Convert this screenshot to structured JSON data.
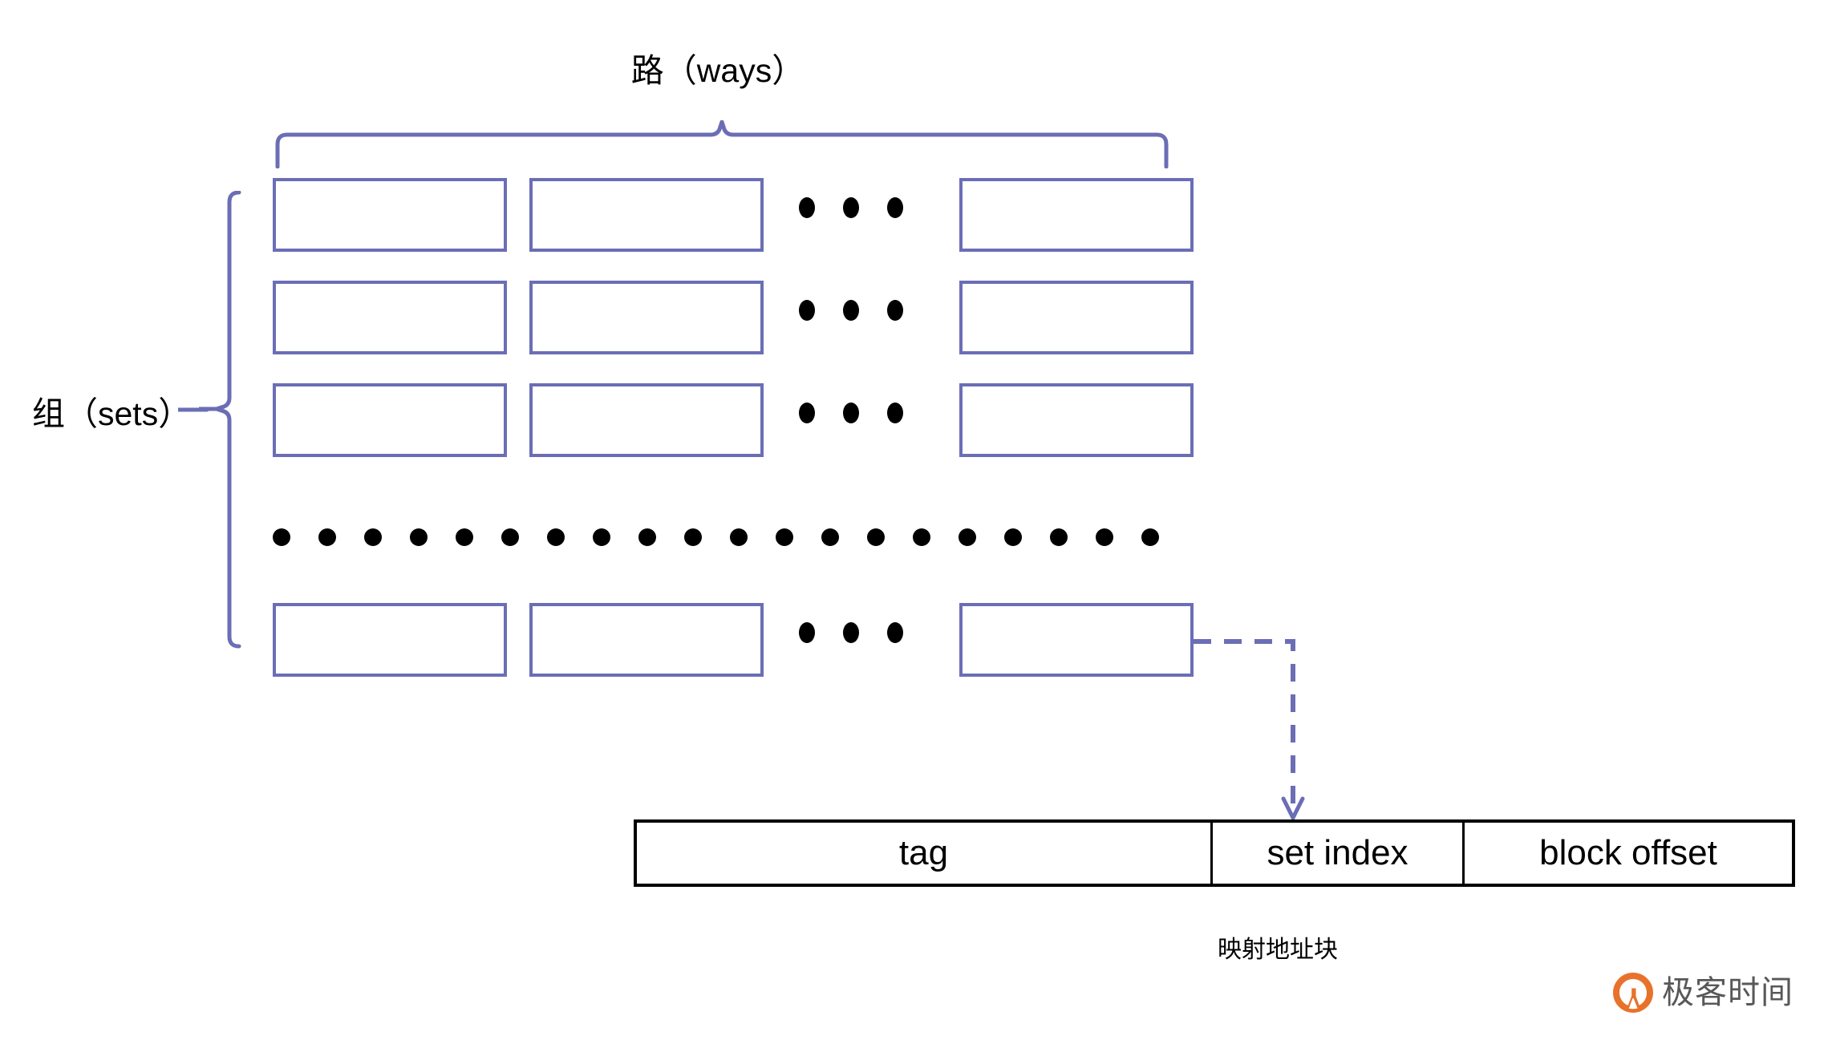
{
  "diagram": {
    "title_top": "路（ways）",
    "label_left": "组（sets）",
    "caption_bottom": "映射地址块",
    "colors": {
      "cell_border": "#6B6EB5",
      "brace": "#6B6EB5",
      "arrow_dashed": "#6B6EB5",
      "address_border": "#000000",
      "dot": "#000000",
      "watermark_logo": "#E8722B",
      "watermark_text": "#595757",
      "background": "#FFFFFF"
    },
    "grid": {
      "rows": 4,
      "visible_columns": 3,
      "column_ellipsis_dots": 3,
      "row_ellipsis_dots": 20,
      "cell_label": "",
      "cells": [
        [
          "",
          "",
          ""
        ],
        [
          "",
          "",
          ""
        ],
        [
          "",
          "",
          ""
        ],
        [
          "",
          "",
          ""
        ]
      ]
    },
    "address_block": {
      "segments": [
        {
          "name": "tag",
          "label": "tag"
        },
        {
          "name": "set-index",
          "label": "set index"
        },
        {
          "name": "block-offset",
          "label": "block offset"
        }
      ]
    },
    "arrow": {
      "name": "mapping-arrow",
      "style": "dashed",
      "from": "last-row-last-way-cell",
      "to": "set-index-segment"
    }
  },
  "watermark": {
    "text": "极客时间",
    "logo_icon": "geektime-logo-icon"
  }
}
